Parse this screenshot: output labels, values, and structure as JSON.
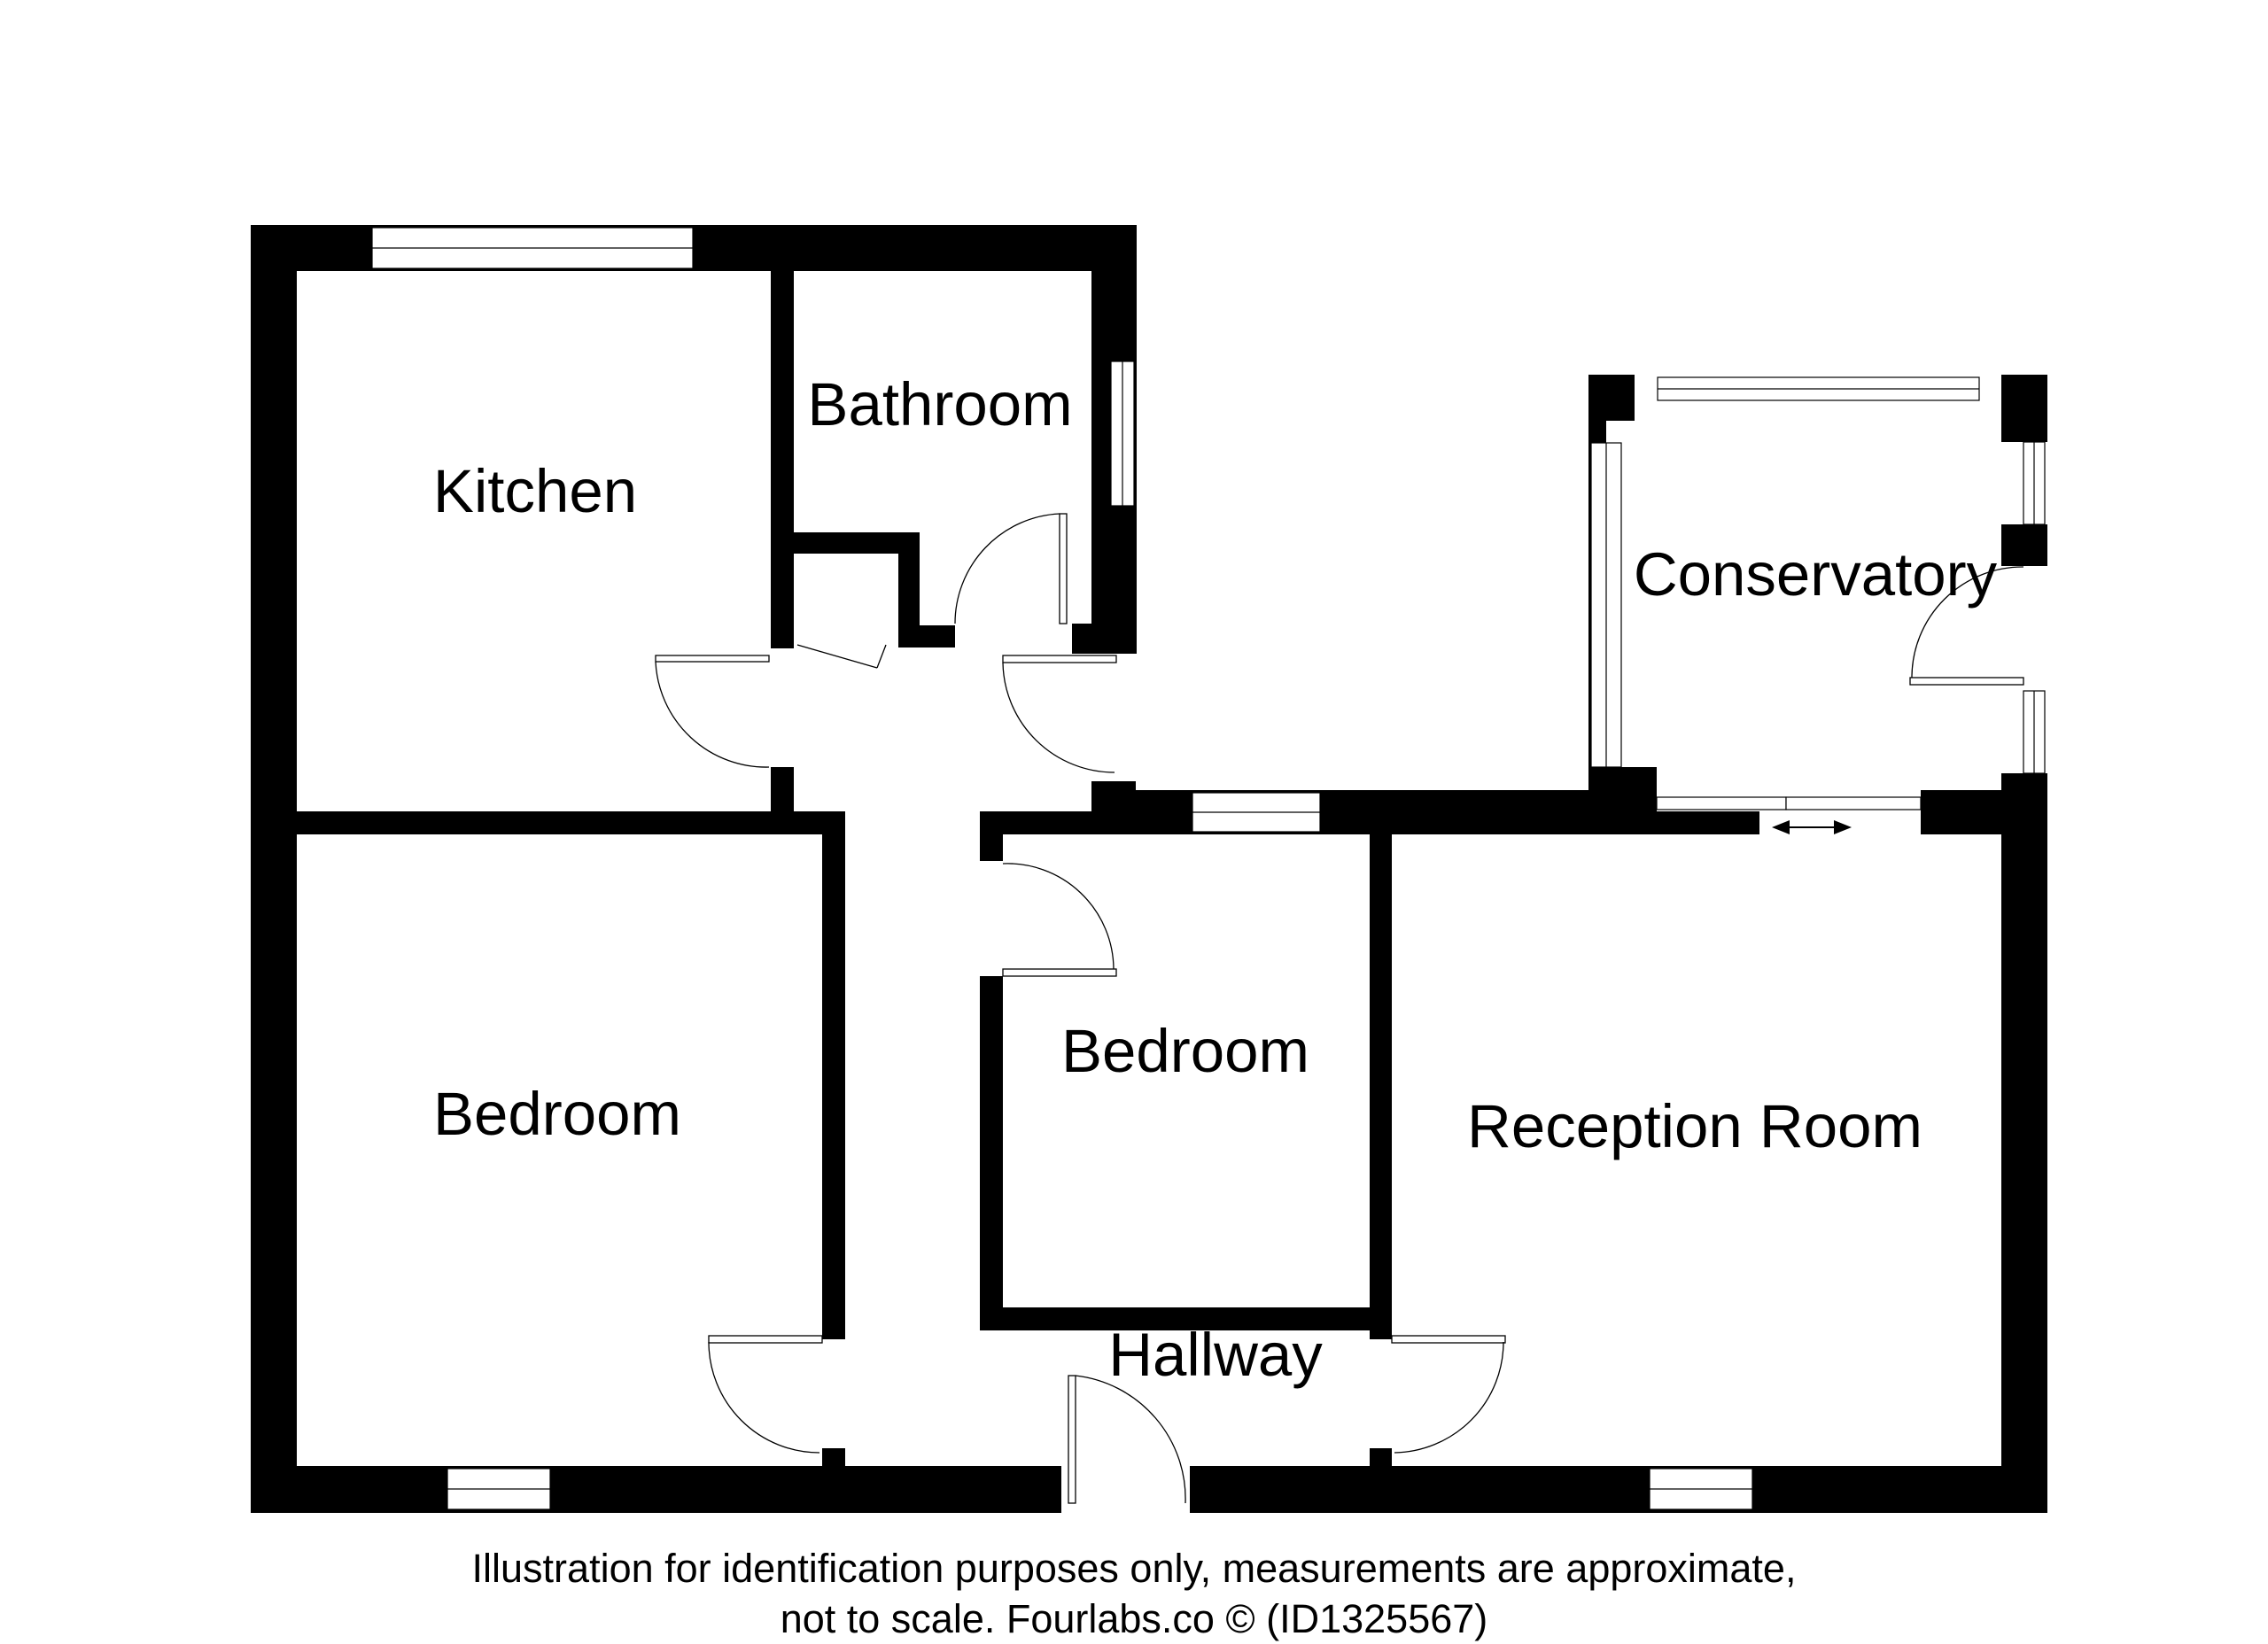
{
  "rooms": {
    "kitchen": "Kitchen",
    "bathroom": "Bathroom",
    "conservatory": "Conservatory",
    "bedroom_left": "Bedroom",
    "bedroom_middle": "Bedroom",
    "reception": "Reception Room",
    "hallway": "Hallway"
  },
  "caption": {
    "line1": "Illustration for identification purposes only, measurements are approximate,",
    "line2": "not to scale. Fourlabs.co © (ID1325567)"
  }
}
